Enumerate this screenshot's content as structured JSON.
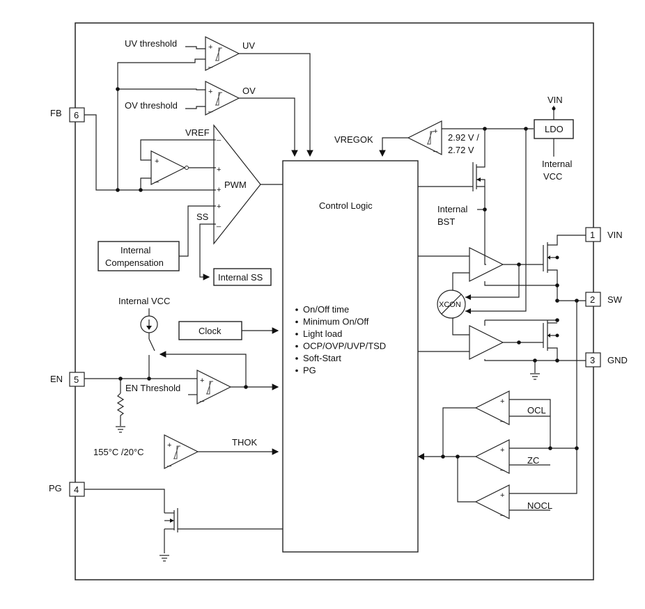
{
  "pins": {
    "fb": {
      "label": "FB",
      "number": "6"
    },
    "en": {
      "label": "EN",
      "number": "5"
    },
    "pg": {
      "label": "PG",
      "number": "4"
    },
    "vin": {
      "label": "VIN",
      "number": "1"
    },
    "sw": {
      "label": "SW",
      "number": "2"
    },
    "gnd": {
      "label": "GND",
      "number": "3"
    }
  },
  "labels": {
    "uv_threshold": "UV threshold",
    "uv": "UV",
    "ov_threshold": "OV threshold",
    "ov": "OV",
    "vref": "VREF",
    "pwm": "PWM",
    "ss": "SS",
    "internal_compensation_line1": "Internal",
    "internal_compensation_line2": "Compensation",
    "internal_ss": "Internal SS",
    "internal_vcc": "Internal VCC",
    "clock": "Clock",
    "en_threshold": "EN Threshold",
    "temp": "155°C /20°C",
    "thok": "THOK",
    "vregok": "VREGOK",
    "vref_thr_1": "2.92 V /",
    "vref_thr_2": "2.72 V",
    "ldo": "LDO",
    "vin_top": "VIN",
    "ldo_out_1": "Internal",
    "ldo_out_2": "VCC",
    "internal_bst_1": "Internal",
    "internal_bst_2": "BST",
    "xcon": "XCON",
    "ocl": "OCL",
    "zc": "ZC",
    "nocl": "NOCL",
    "control_logic": "Control Logic"
  },
  "control_logic_items": [
    "On/Off time",
    "Minimum On/Off",
    "Light load",
    "OCP/OVP/UVP/TSD",
    "Soft-Start",
    "PG"
  ]
}
